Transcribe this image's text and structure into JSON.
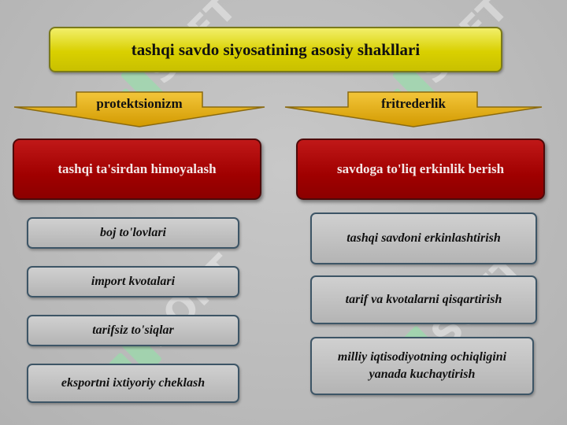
{
  "title": "tashqi savdo siyosatining asosiy shakllari",
  "branches": [
    {
      "arrow_label": "protektsionizm",
      "heading": "tashqi ta'sirdan himoyalash",
      "items": [
        "boj to'lovlari",
        "import kvotalari",
        "tarifsiz to'siqlar",
        "eksportni ixtiyoriy cheklash"
      ]
    },
    {
      "arrow_label": "fritrederlik",
      "heading": "savdoga to'liq erkinlik berish",
      "items": [
        "tashqi savdoni erkinlashtirish",
        "tarif va kvotalarni qisqartirish",
        "milliy iqtisodiyotning ochiqligini yanada kuchaytirish"
      ]
    }
  ],
  "colors": {
    "title_fill": "#d9d000",
    "heading_fill": "#a00000",
    "arrow_fill": "#e0ad00",
    "item_border": "#3d5566",
    "watermark": "#7fe39a"
  }
}
